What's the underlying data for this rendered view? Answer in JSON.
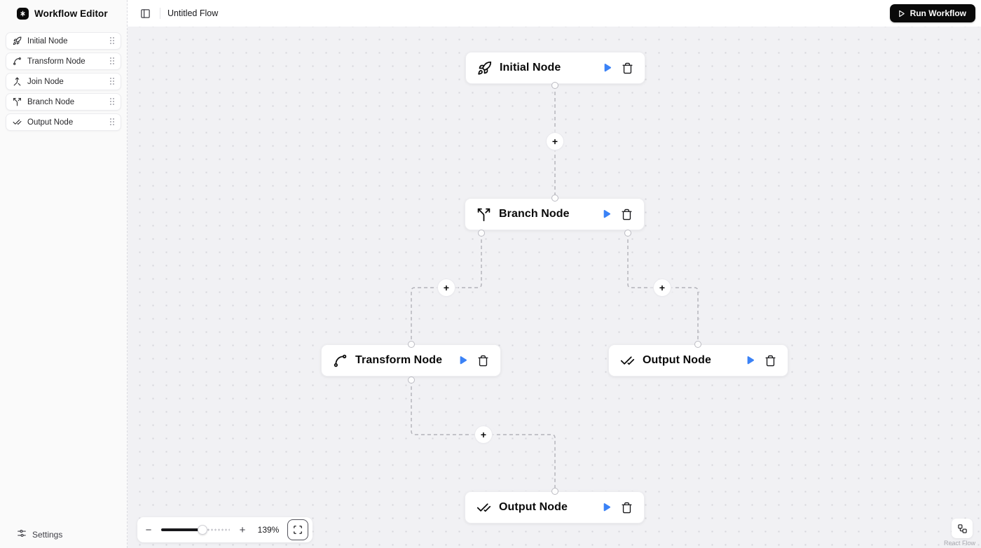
{
  "app": {
    "title": "Workflow Editor"
  },
  "topbar": {
    "flow_name": "Untitled Flow",
    "run_label": "Run Workflow"
  },
  "sidebar": {
    "items": [
      {
        "label": "Initial Node",
        "icon": "rocket-icon"
      },
      {
        "label": "Transform Node",
        "icon": "spline-icon"
      },
      {
        "label": "Join Node",
        "icon": "merge-icon"
      },
      {
        "label": "Branch Node",
        "icon": "split-icon"
      },
      {
        "label": "Output Node",
        "icon": "check-check-icon"
      }
    ],
    "settings_label": "Settings"
  },
  "canvas": {
    "add_label": "+",
    "nodes": [
      {
        "label": "Initial Node",
        "icon": "rocket-icon"
      },
      {
        "label": "Branch Node",
        "icon": "split-icon"
      },
      {
        "label": "Transform Node",
        "icon": "spline-icon"
      },
      {
        "label": "Output Node",
        "icon": "check-check-icon"
      },
      {
        "label": "Output Node",
        "icon": "check-check-icon"
      }
    ]
  },
  "controls": {
    "minus_label": "−",
    "plus_label": "+",
    "zoom_value": "139%"
  },
  "attribution": {
    "label": "React Flow"
  },
  "colors": {
    "accent_blue": "#3b82f6",
    "run_button_bg": "#0a0a0a",
    "edge": "#b4b4ba",
    "canvas_bg": "#f1f1f4"
  }
}
